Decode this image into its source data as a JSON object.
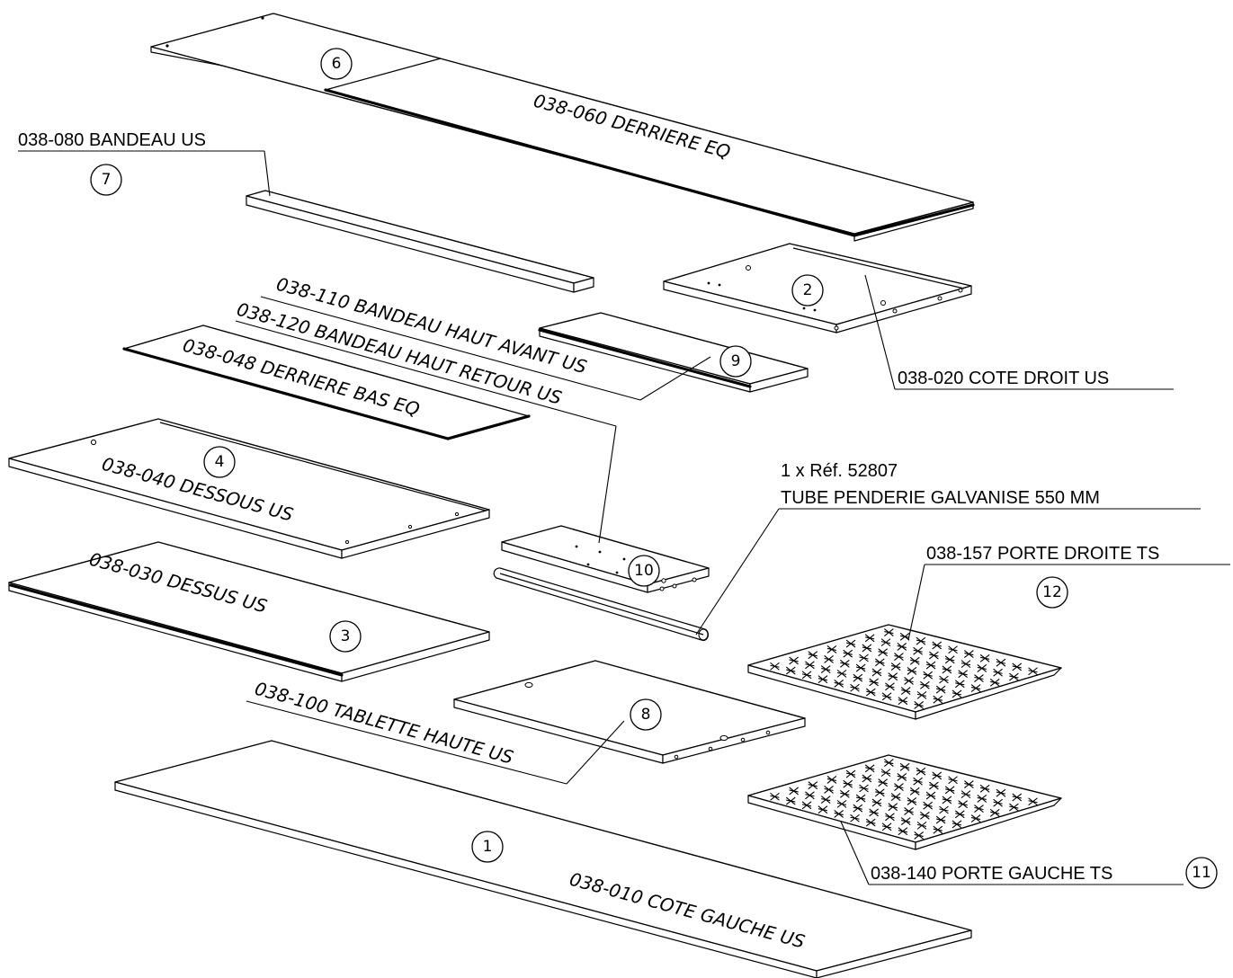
{
  "parts": [
    {
      "number": "1",
      "reference": "038-010 COTE GAUCHE US"
    },
    {
      "number": "2",
      "reference": "038-020 COTE DROIT US"
    },
    {
      "number": "3",
      "reference": "038-030 DESSUS US"
    },
    {
      "number": "4",
      "reference": "038-040 DESSOUS US"
    },
    {
      "number": "6",
      "reference": "038-060 DERRIERE EQ"
    },
    {
      "number": "7",
      "reference": "038-080 BANDEAU US"
    },
    {
      "number": "8",
      "reference": "038-100 TABLETTE HAUTE US"
    },
    {
      "number": "9",
      "reference": "038-110 BANDEAU HAUT AVANT US"
    },
    {
      "number": "10",
      "reference": "038-120 BANDEAU HAUT RETOUR US"
    },
    {
      "number": "11",
      "reference": "038-140 PORTE GAUCHE TS"
    },
    {
      "number": "12",
      "reference": "038-157 PORTE DROITE TS"
    }
  ],
  "extra_labels": {
    "derriere_bas": "038-048 DERRIERE BAS EQ",
    "tube_qty": "1 x Réf. 52807",
    "tube_desc": "TUBE PENDERIE GALVANISE  550 MM"
  }
}
